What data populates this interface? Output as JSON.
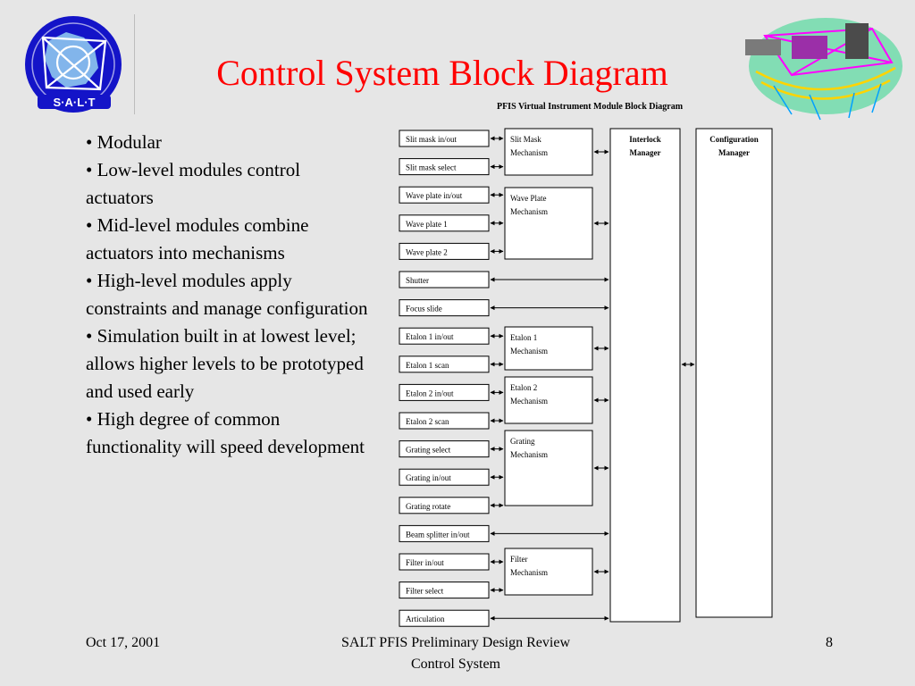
{
  "slide": {
    "title": "Control System Block Diagram",
    "bullets": [
      "• Modular",
      "• Low-level modules control actuators",
      "• Mid-level modules combine actuators into mechanisms",
      "• High-level modules apply constraints and manage configuration",
      "• Simulation built in at lowest level; allows higher levels to be prototyped and used early",
      "• High degree of common functionality will speed development"
    ],
    "logo_text": "S·A·L·T"
  },
  "diagram": {
    "title": "PFIS Virtual Instrument Module Block Diagram",
    "low_level": [
      "Slit mask in/out",
      "Slit mask select",
      "Wave plate in/out",
      "Wave plate 1",
      "Wave plate 2",
      "Shutter",
      "Focus slide",
      "Etalon 1 in/out",
      "Etalon 1 scan",
      "Etalon 2 in/out",
      "Etalon 2 scan",
      "Grating select",
      "Grating in/out",
      "Grating rotate",
      "Beam splitter in/out",
      "Filter in/out",
      "Filter select",
      "Articulation"
    ],
    "mechanisms": [
      {
        "line1": "Slit Mask",
        "line2": "Mechanism"
      },
      {
        "line1": "Wave Plate",
        "line2": "Mechanism"
      },
      {
        "line1": "Etalon 1",
        "line2": "Mechanism"
      },
      {
        "line1": "Etalon 2",
        "line2": "Mechanism"
      },
      {
        "line1": "Grating",
        "line2": "Mechanism"
      },
      {
        "line1": "Filter",
        "line2": "Mechanism"
      }
    ],
    "managers": [
      {
        "line1": "Interlock",
        "line2": "Manager"
      },
      {
        "line1": "Configuration",
        "line2": "Manager"
      }
    ]
  },
  "footer": {
    "date": "Oct 17, 2001",
    "line1": "SALT PFIS Preliminary Design Review",
    "line2": "Control System",
    "page": "8"
  }
}
